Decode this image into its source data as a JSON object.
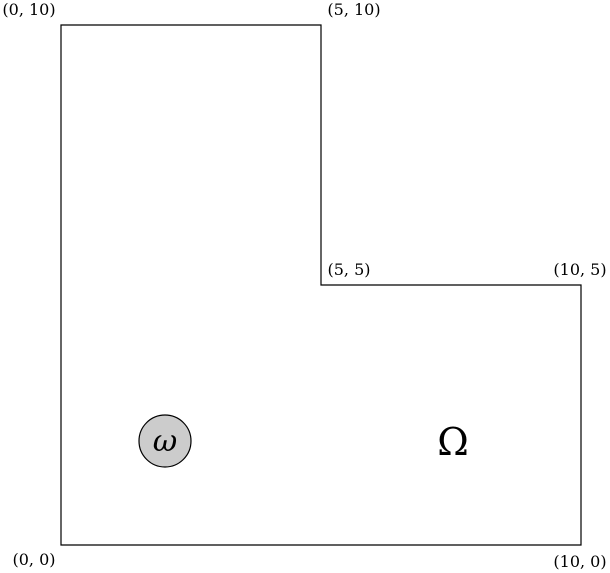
{
  "diagram": {
    "domain_label": "Ω",
    "subdomain_label": "ω",
    "colors": {
      "outline": "#000000",
      "subdomain_fill": "#cccccc",
      "background": "#ffffff"
    },
    "vertices": [
      {
        "label": "(0, 10)"
      },
      {
        "label": "(5, 10)"
      },
      {
        "label": "(5, 5)"
      },
      {
        "label": "(10, 5)"
      },
      {
        "label": "(0, 0)"
      },
      {
        "label": "(10, 0)"
      }
    ]
  }
}
